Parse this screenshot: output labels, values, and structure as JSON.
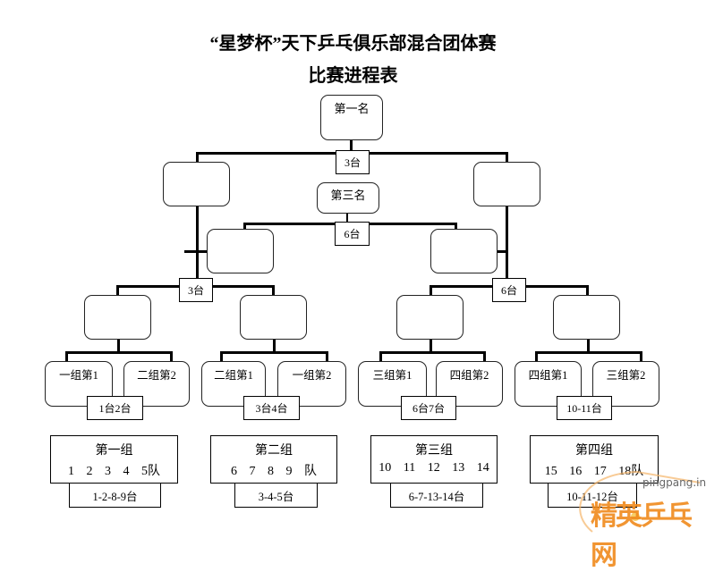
{
  "title": {
    "line1": "“星梦杯”天下乒乓俱乐部混合团体赛",
    "line2": "比赛进程表"
  },
  "final": {
    "winner_label": "第一名",
    "table": "3台"
  },
  "third_place": {
    "label": "第三名",
    "table": "6台"
  },
  "semis": {
    "left_table": "3台",
    "right_table": "6台"
  },
  "pairs": [
    {
      "a": "一组第1",
      "b": "二组第2",
      "table": "1台2台"
    },
    {
      "a": "二组第1",
      "b": "一组第2",
      "table": "3台4台"
    },
    {
      "a": "三组第1",
      "b": "四组第2",
      "table": "6台7台"
    },
    {
      "a": "四组第1",
      "b": "三组第2",
      "table": "10-11台"
    }
  ],
  "groups": [
    {
      "name": "第一组",
      "teams": "1 2 3 4 5队",
      "tables": "1-2-8-9台"
    },
    {
      "name": "第二组",
      "teams": "6 7 8 9 队",
      "tables": "3-4-5台"
    },
    {
      "name": "第三组",
      "teams": "10 11 12 13 14",
      "tables": "6-7-13-14台"
    },
    {
      "name": "第四组",
      "teams": "15 16 17 18队",
      "tables": "10-11-12台"
    }
  ],
  "watermark": {
    "site": "pingpang.info",
    "brand": "精英乒乓网"
  },
  "colors": {
    "line": "#000000",
    "watermark": "#f08a1c"
  }
}
